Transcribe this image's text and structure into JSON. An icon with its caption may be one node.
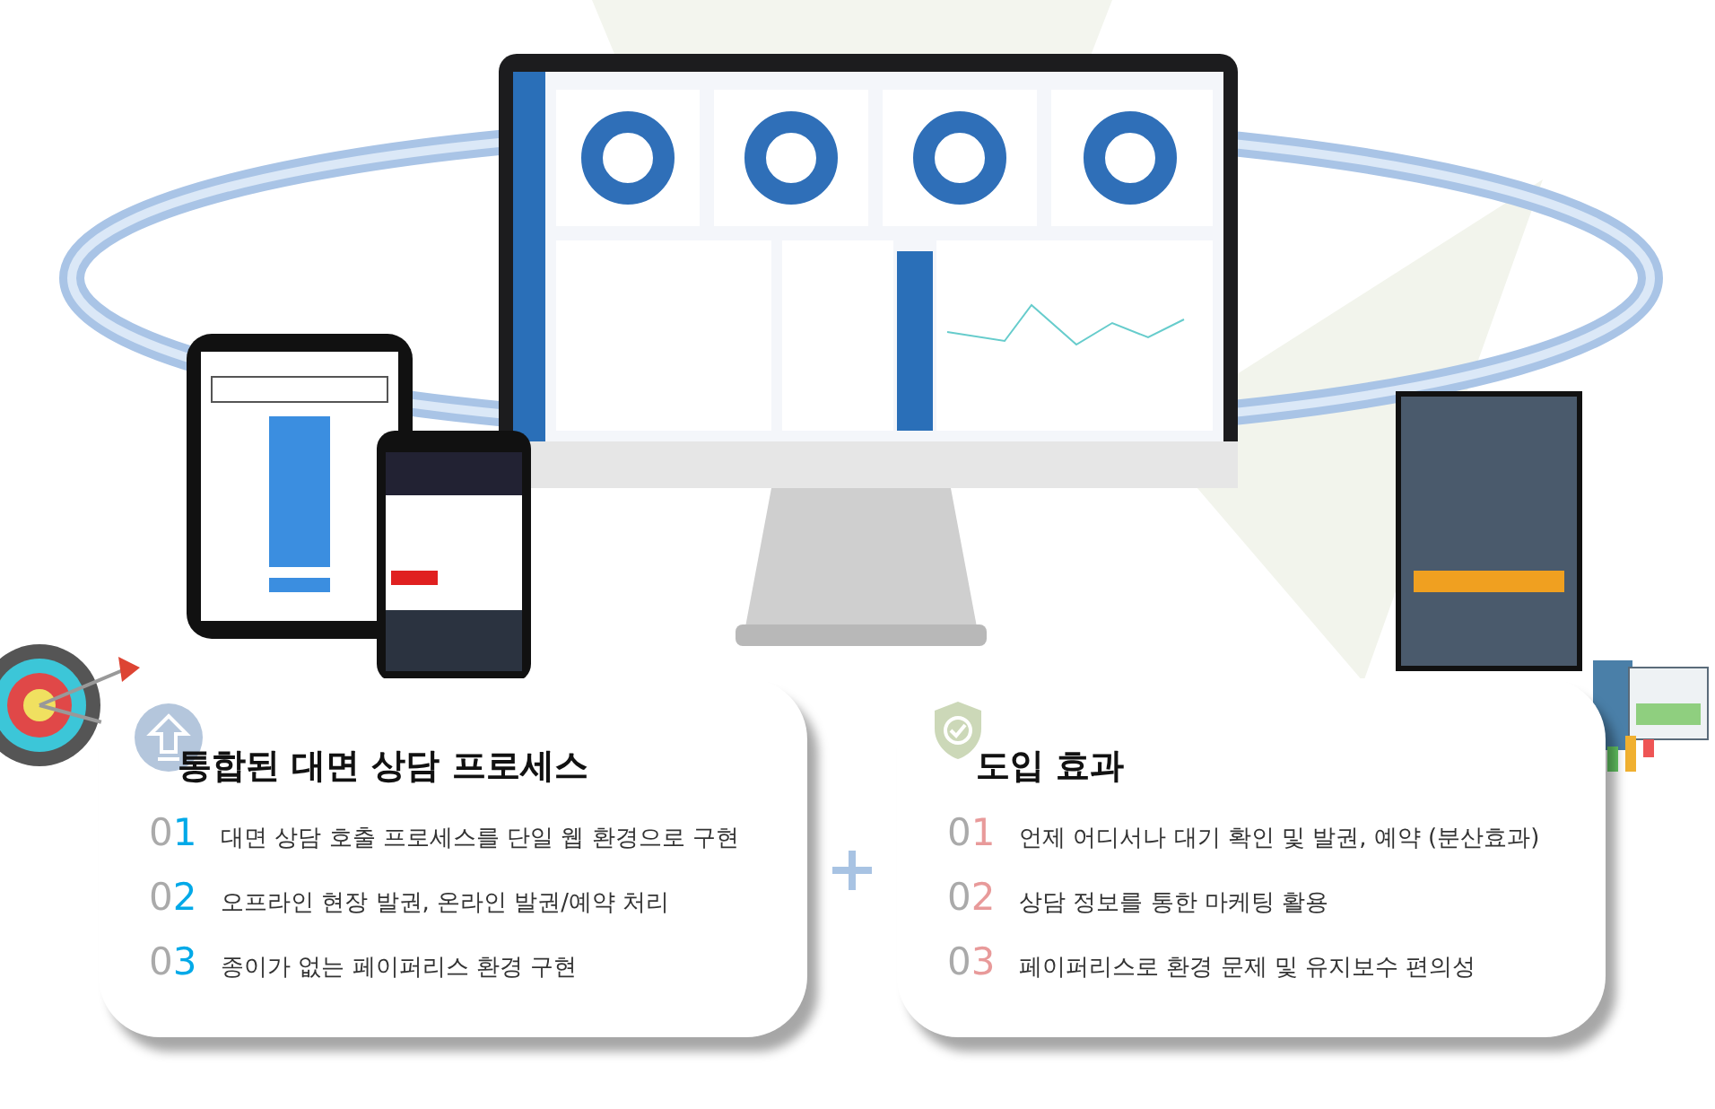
{
  "diagram": {
    "nodes": [
      {
        "text": [
          "통합된 대면 상담 프로세스",
          "01",
          "대면 상담 호출 프로세스를 단일 웹 환경으로 구현",
          "02",
          "오프라인 현장 발권, 온라인 발권/예약 처리",
          "03",
          "종이가 없는 페이퍼리스 환경 구현"
        ]
      },
      {
        "text": [
          "도입 효과",
          "01",
          "언제 어디서나 대기 확인 및 발권, 예약 (분산효과)",
          "02",
          "상담 정보를 통한 마케팅 활용",
          "03",
          "페이퍼리스로 환경 문제 및 유지보수 편의성"
        ]
      }
    ]
  }
}
